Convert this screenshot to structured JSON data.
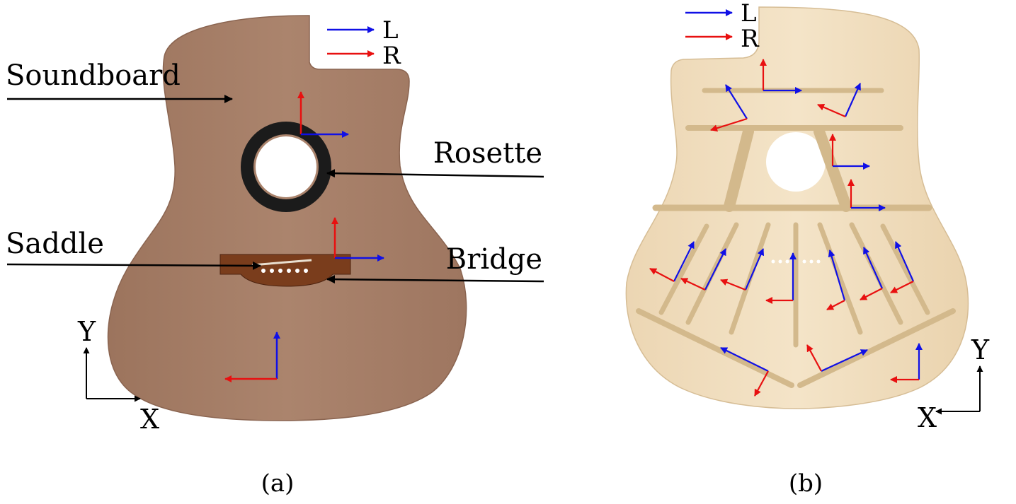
{
  "colors": {
    "L_arrow": "#1010e6",
    "R_arrow": "#e81010",
    "leader": "#000000",
    "soundboard_a": "#a57d66",
    "soundboard_b": "#f1dec0",
    "rosette": "#1b1b1b",
    "bridge": "#7a3d1c",
    "brace": "#dcc49a"
  },
  "icons": {
    "L_arrow": "blue-arrow-icon",
    "R_arrow": "red-arrow-icon"
  },
  "panel_a": {
    "caption": "(a)",
    "labels": {
      "soundboard": "Soundboard",
      "rosette": "Rosette",
      "saddle": "Saddle",
      "bridge": "Bridge"
    },
    "legend": {
      "L": "L",
      "R": "R"
    },
    "axes": {
      "x": "X",
      "y": "Y"
    }
  },
  "panel_b": {
    "caption": "(b)",
    "legend": {
      "L": "L",
      "R": "R"
    },
    "axes": {
      "x": "X",
      "y": "Y"
    }
  }
}
